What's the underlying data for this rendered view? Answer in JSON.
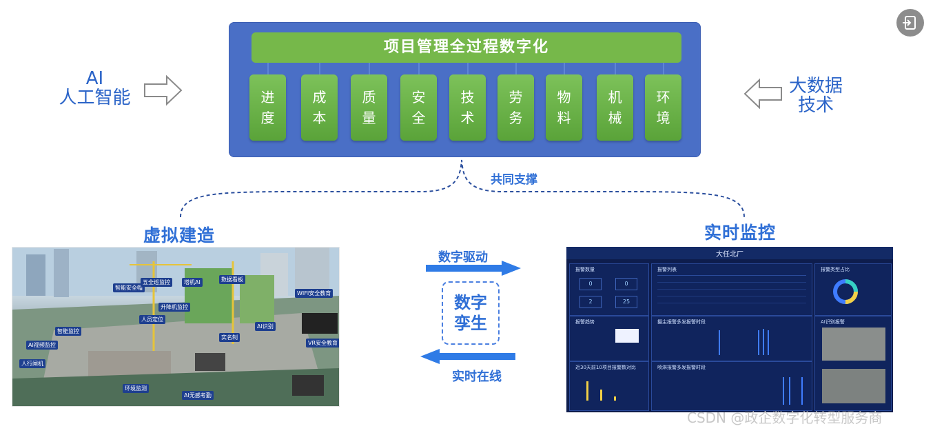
{
  "top": {
    "title": "项目管理全过程数字化",
    "columns": [
      [
        "进",
        "度"
      ],
      [
        "成",
        "本"
      ],
      [
        "质",
        "量"
      ],
      [
        "安",
        "全"
      ],
      [
        "技",
        "术"
      ],
      [
        "劳",
        "务"
      ],
      [
        "物",
        "料"
      ],
      [
        "机",
        "械"
      ],
      [
        "环",
        "境"
      ]
    ]
  },
  "left_label": {
    "line1": "AI",
    "line2": "人工智能"
  },
  "right_label": {
    "line1": "大数据",
    "line2": "技术"
  },
  "support_label": "共同支撑",
  "virtual_title": "虚拟建造",
  "realtime_title": "实时监控",
  "middle": {
    "top_label": "数字驱动",
    "center_line1": "数字",
    "center_line2": "孪生",
    "bottom_label": "实时在线"
  },
  "site_tags": [
    "智能安全帽",
    "五全巡监控",
    "塔机AI",
    "数据看板",
    "智能监控",
    "升降机监控",
    "AI识别",
    "WIFI安全教育",
    "AI视频监控",
    "人员定位",
    "VR安全教育",
    "实名制",
    "人行闸机",
    "环境监测",
    "AI无感考勤"
  ],
  "dashboard": {
    "title": "大任北厂",
    "panels": [
      "报警数量",
      "报警列表",
      "报警类型占比",
      "报警趋势",
      "摄尘报警多发报警时段",
      "AI识别报警",
      "近30天前10项目报警数对比",
      "喷淋报警多发报警时段"
    ],
    "stats": [
      "0",
      "0",
      "2",
      "25"
    ]
  },
  "watermark": "CSDN @政企数字化转型服务商",
  "colors": {
    "panel_blue": "#4a6fc6",
    "green": "#76b84a",
    "text_blue": "#2f6fd6"
  }
}
